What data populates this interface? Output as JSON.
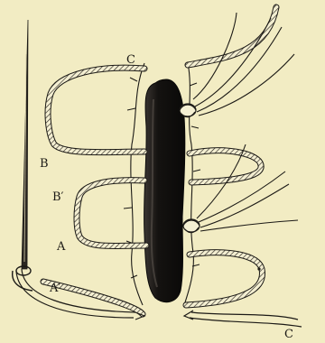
{
  "labels": {
    "c_top": "C",
    "b": "B",
    "b_prime": "B′",
    "a": "A",
    "a_prime": "A′",
    "c_bottom": "C"
  }
}
